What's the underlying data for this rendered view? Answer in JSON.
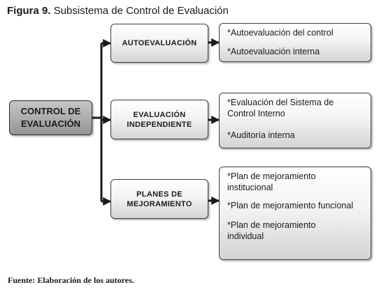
{
  "figure": {
    "label": "Figura 9.",
    "title": "Subsistema de Control de Evaluación"
  },
  "root": {
    "lines": [
      "CONTROL DE",
      "EVALUACIÓN"
    ]
  },
  "branches": [
    {
      "lines": [
        "AUTOEVALUACIÓN"
      ],
      "items": [
        [
          "*Autoevaluación del control"
        ],
        [
          "*Autoevaluación interna"
        ]
      ]
    },
    {
      "lines": [
        "EVALUACIÓN",
        "INDEPENDIENTE"
      ],
      "items": [
        [
          "*Evaluación del Sistema de",
          "Control Interno"
        ],
        [
          "*Auditoría interna"
        ]
      ]
    },
    {
      "lines": [
        "PLANES DE",
        "MEJORAMIENTO"
      ],
      "items": [
        [
          "*Plan de mejoramiento",
          "institucional"
        ],
        [
          "*Plan de mejoramiento funcional"
        ],
        [
          "*Plan de mejoramiento",
          "individual"
        ]
      ]
    }
  ],
  "source": "Fuente: Elaboración de los autores.",
  "colors": {
    "root_fill": "#ababab",
    "box_fill": "#f3f3f3",
    "connector": "#1a1a1a"
  }
}
